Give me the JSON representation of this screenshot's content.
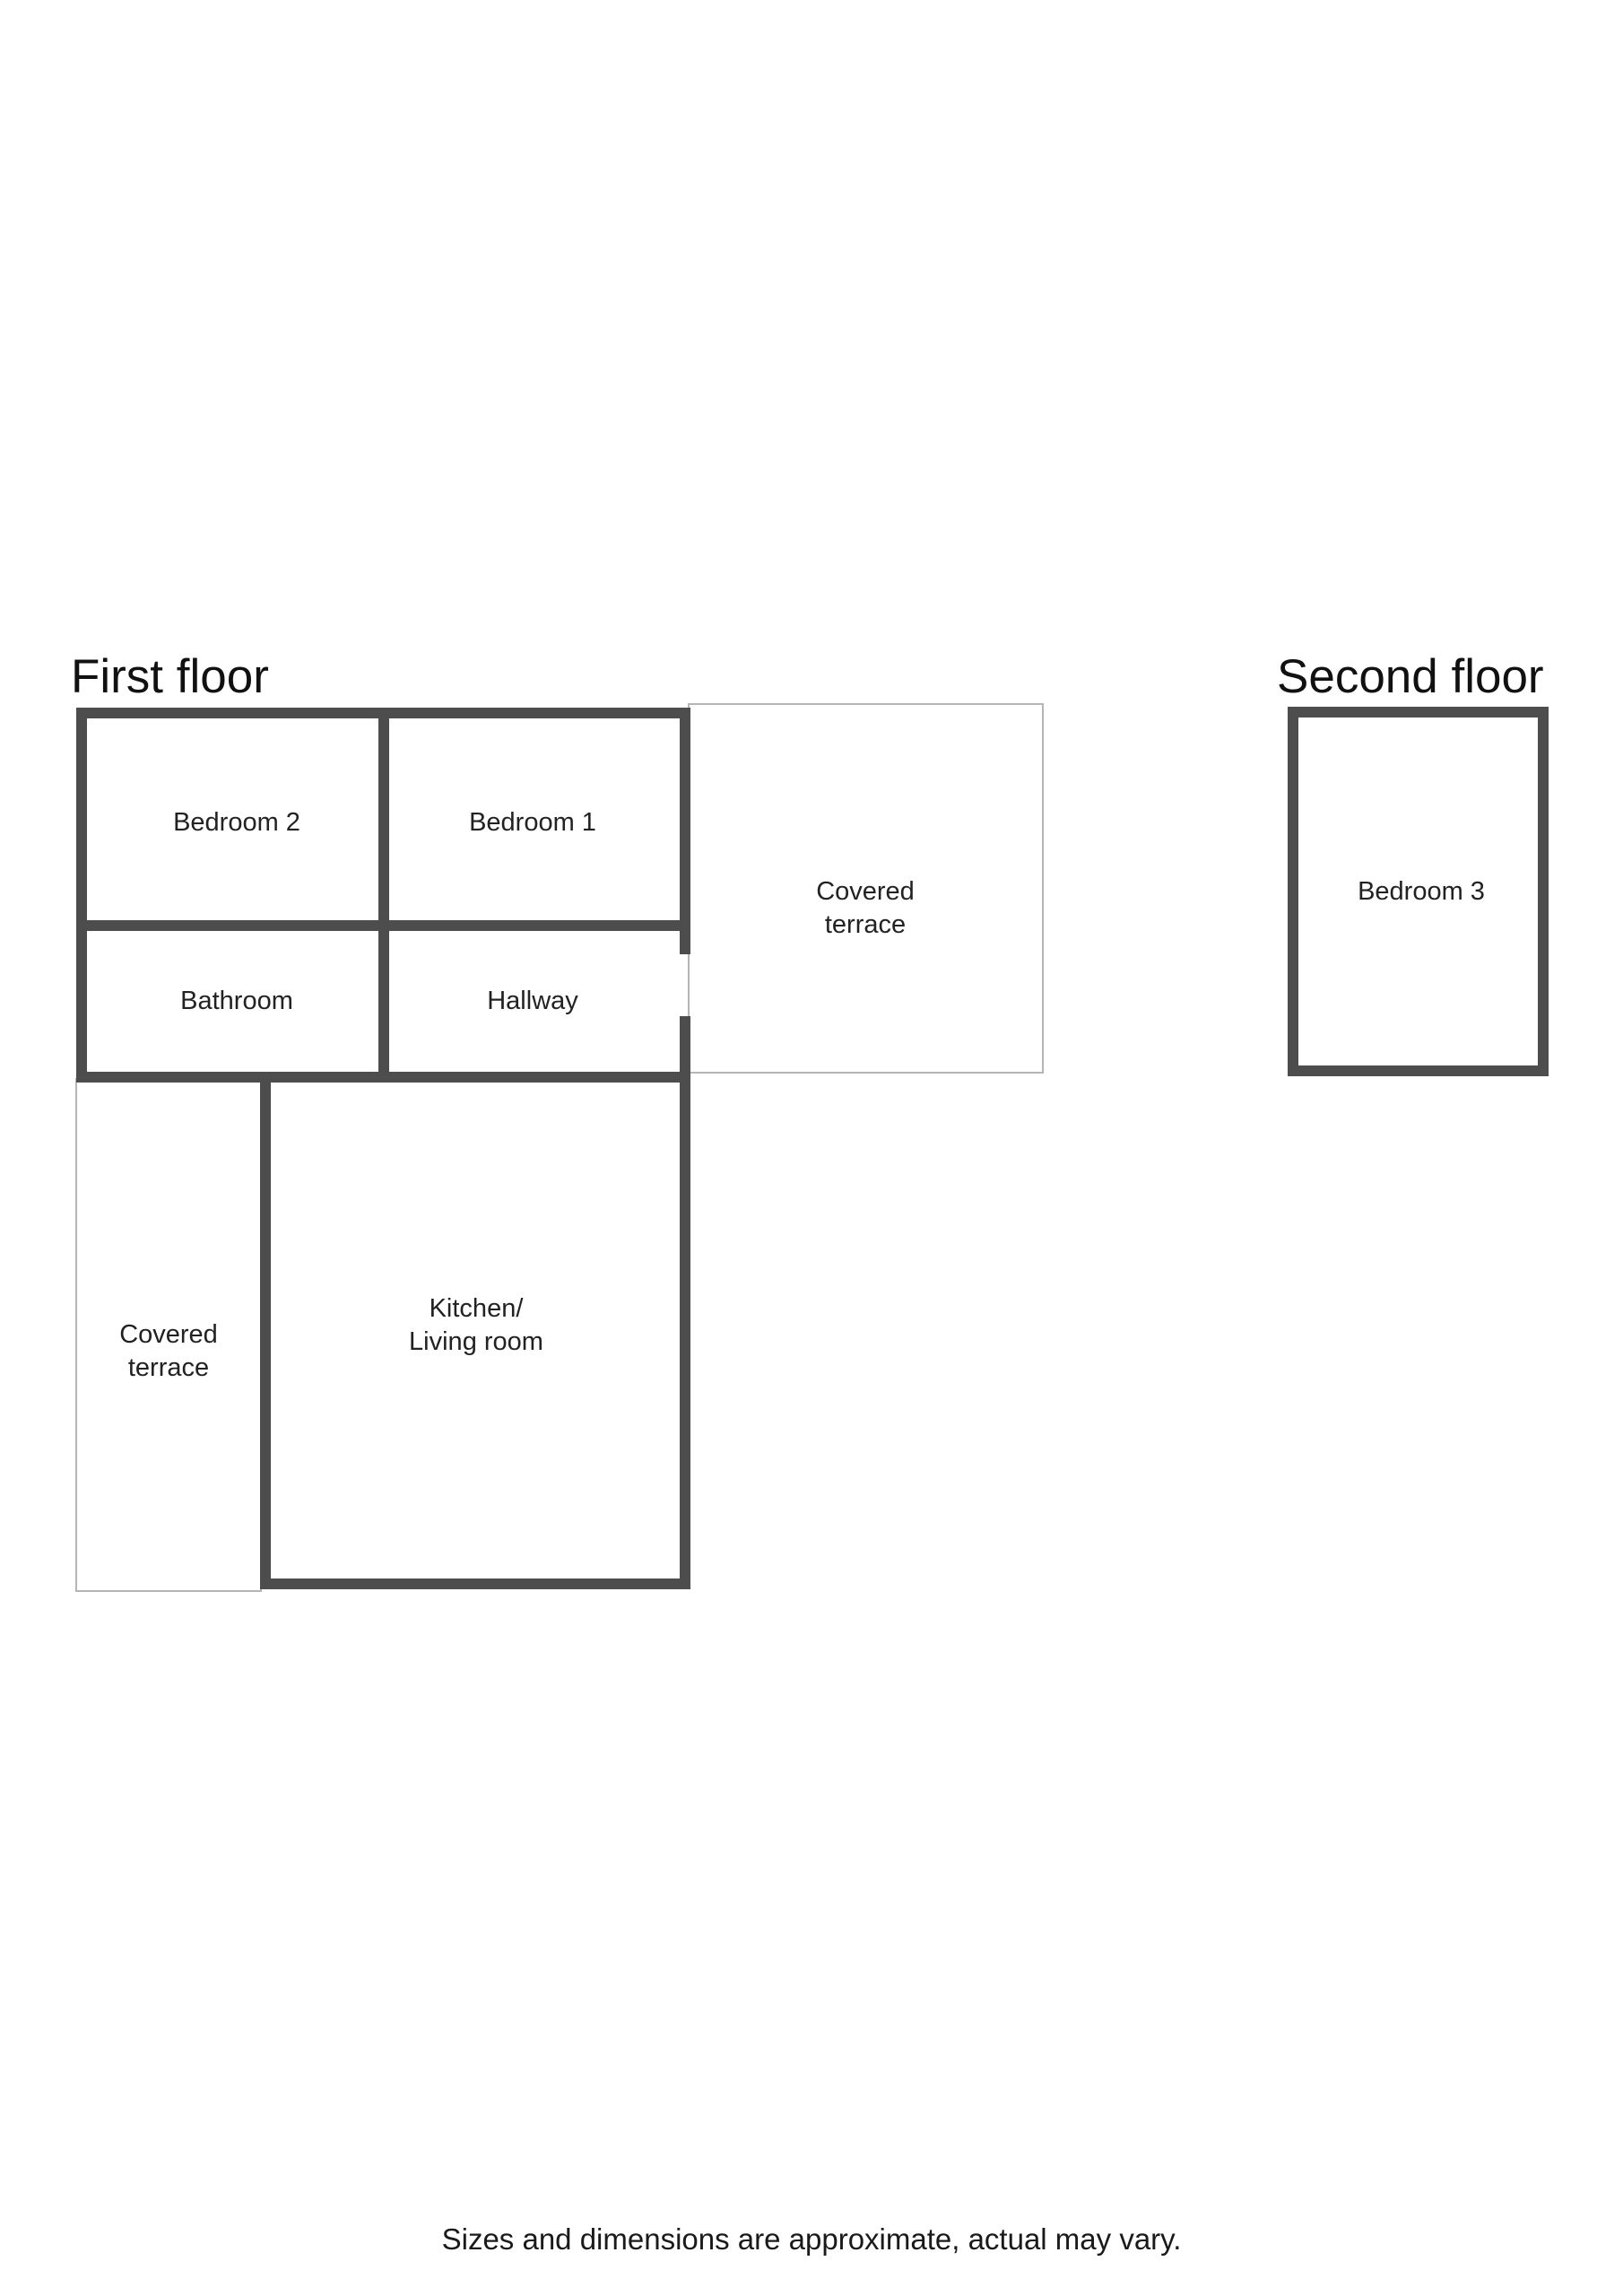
{
  "floors": {
    "first": {
      "title": "First floor",
      "rooms": {
        "bedroom2": [
          "Bedroom 2"
        ],
        "bedroom1": [
          "Bedroom 1"
        ],
        "bathroom": [
          "Bathroom"
        ],
        "hallway": [
          "Hallway"
        ],
        "kitchen": [
          "Kitchen/",
          "Living room"
        ],
        "terrace_right": [
          "Covered",
          "terrace"
        ],
        "terrace_left": [
          "Covered",
          "terrace"
        ]
      }
    },
    "second": {
      "title": "Second floor",
      "rooms": {
        "bedroom3": [
          "Bedroom 3"
        ]
      }
    }
  },
  "disclaimer": "Sizes and dimensions are approximate, actual may vary."
}
